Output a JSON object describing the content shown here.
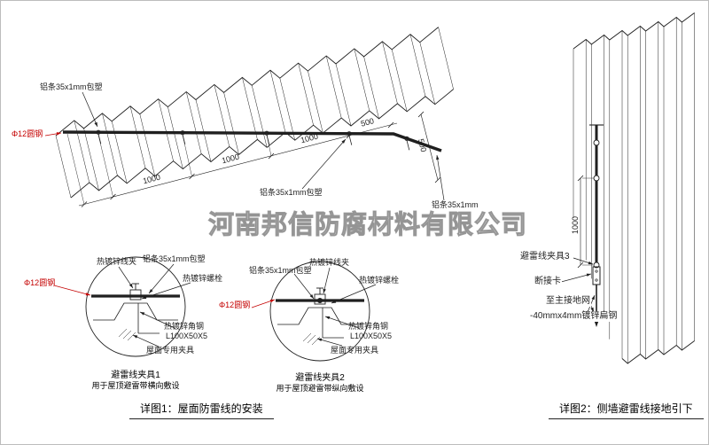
{
  "watermark": "河南邦信防腐材料有限公司",
  "colors": {
    "line": "#1f1f1f",
    "red": "#c40000",
    "watermark": "#8a8a8a"
  },
  "roof": {
    "labels": {
      "strip_top": "铝条35x1mm包塑",
      "rod": "Φ12圆钢",
      "strip_mid": "铝条35x1mm包塑",
      "strip_right": "铝条35x1mm"
    },
    "dims": {
      "d1": "1000",
      "d2": "1000",
      "d3": "1000",
      "d4": "500",
      "edge": "500"
    }
  },
  "details": [
    {
      "labels": {
        "clamp": "热镀锌线夹",
        "strip": "铝条35x1mm包塑",
        "bolt": "热镀锌螺栓",
        "rod": "Φ12圆钢",
        "angle": "热镀锌角钢",
        "angle_size": "L100X50X5",
        "fixture": "屋面专用夹具"
      },
      "title": "避雷线夹具1",
      "subtitle": "用于屋顶避雷带横向敷设"
    },
    {
      "labels": {
        "clamp": "热镀锌线夹",
        "strip": "铝条35x1mm包塑",
        "bolt": "热镀锌螺栓",
        "rod": "Φ12圆钢",
        "angle": "热镀锌角钢",
        "angle_size": "L100X50X5",
        "fixture": "屋面专用夹具"
      },
      "title": "避雷线夹具2",
      "subtitle": "用于屋顶避雷带纵向敷设"
    }
  ],
  "wall": {
    "dim": "1000",
    "labels": {
      "clamp3": "避雷线夹具3",
      "disconnect": "断接卡",
      "to_ground": "至主接地网",
      "flat_steel": "-40mmx4mm镀锌扁钢"
    }
  },
  "captions": {
    "left": "详图1：屋面防雷线的安装",
    "right": "详图2：侧墙避雷线接地引下"
  }
}
